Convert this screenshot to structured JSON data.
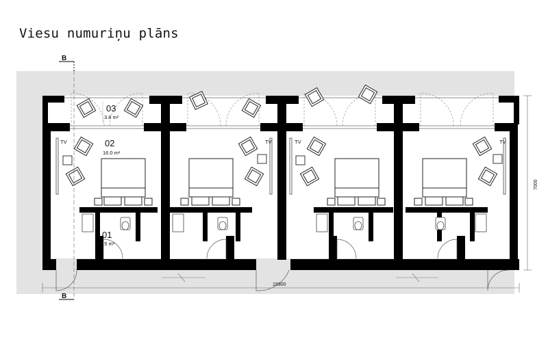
{
  "title": "Viesu numuriņu plāns",
  "section_marker": "B",
  "tv_label": "TV",
  "rooms": {
    "r03": {
      "number": "03",
      "area": "3.8 m²"
    },
    "r02": {
      "number": "02",
      "area": "16.0 m²"
    },
    "r01": {
      "number": "01",
      "area": "4.5 m²"
    }
  },
  "dimensions": {
    "width": "19300",
    "depth": "7000"
  },
  "colors": {
    "wall": "#000000",
    "site": "#e3e3e3",
    "floor": "#ffffff"
  }
}
